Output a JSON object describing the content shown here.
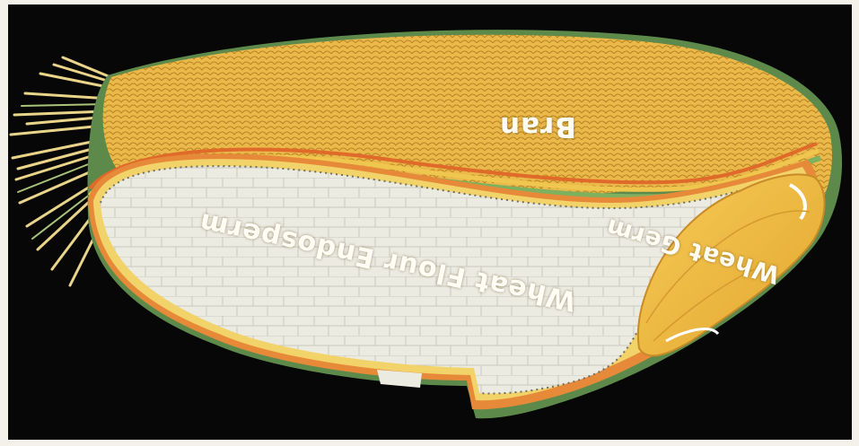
{
  "labels": {
    "bran": "Bran",
    "endosperm": "Wheat Flour Endosperm",
    "germ": "Wheat Germ"
  },
  "colors": {
    "background": "#070707",
    "border": "#f4f1ea",
    "bran": "#e9b844",
    "endosperm": "#ecebe2",
    "germ": "#f2bb3c",
    "aleurone": "#79a05c"
  }
}
